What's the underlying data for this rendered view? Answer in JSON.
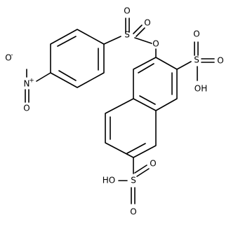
{
  "molecule": {
    "atoms": {
      "nitro_o_top": "O",
      "nitro_charge_minus": "-",
      "nitro_n": "N",
      "nitro_charge_plus": "+",
      "nitro_o_bottom": "O",
      "sulfonyl_s": "S",
      "sulfonyl_o_left": "O",
      "sulfonyl_o_right": "O",
      "ester_o": "O",
      "sulfo1_s": "S",
      "sulfo1_o_top": "O",
      "sulfo1_o_right": "O",
      "sulfo1_oh": "OH",
      "sulfo2_s": "S",
      "sulfo2_o_top": "O",
      "sulfo2_o_bottom": "O",
      "sulfo2_ho": "HO"
    }
  }
}
